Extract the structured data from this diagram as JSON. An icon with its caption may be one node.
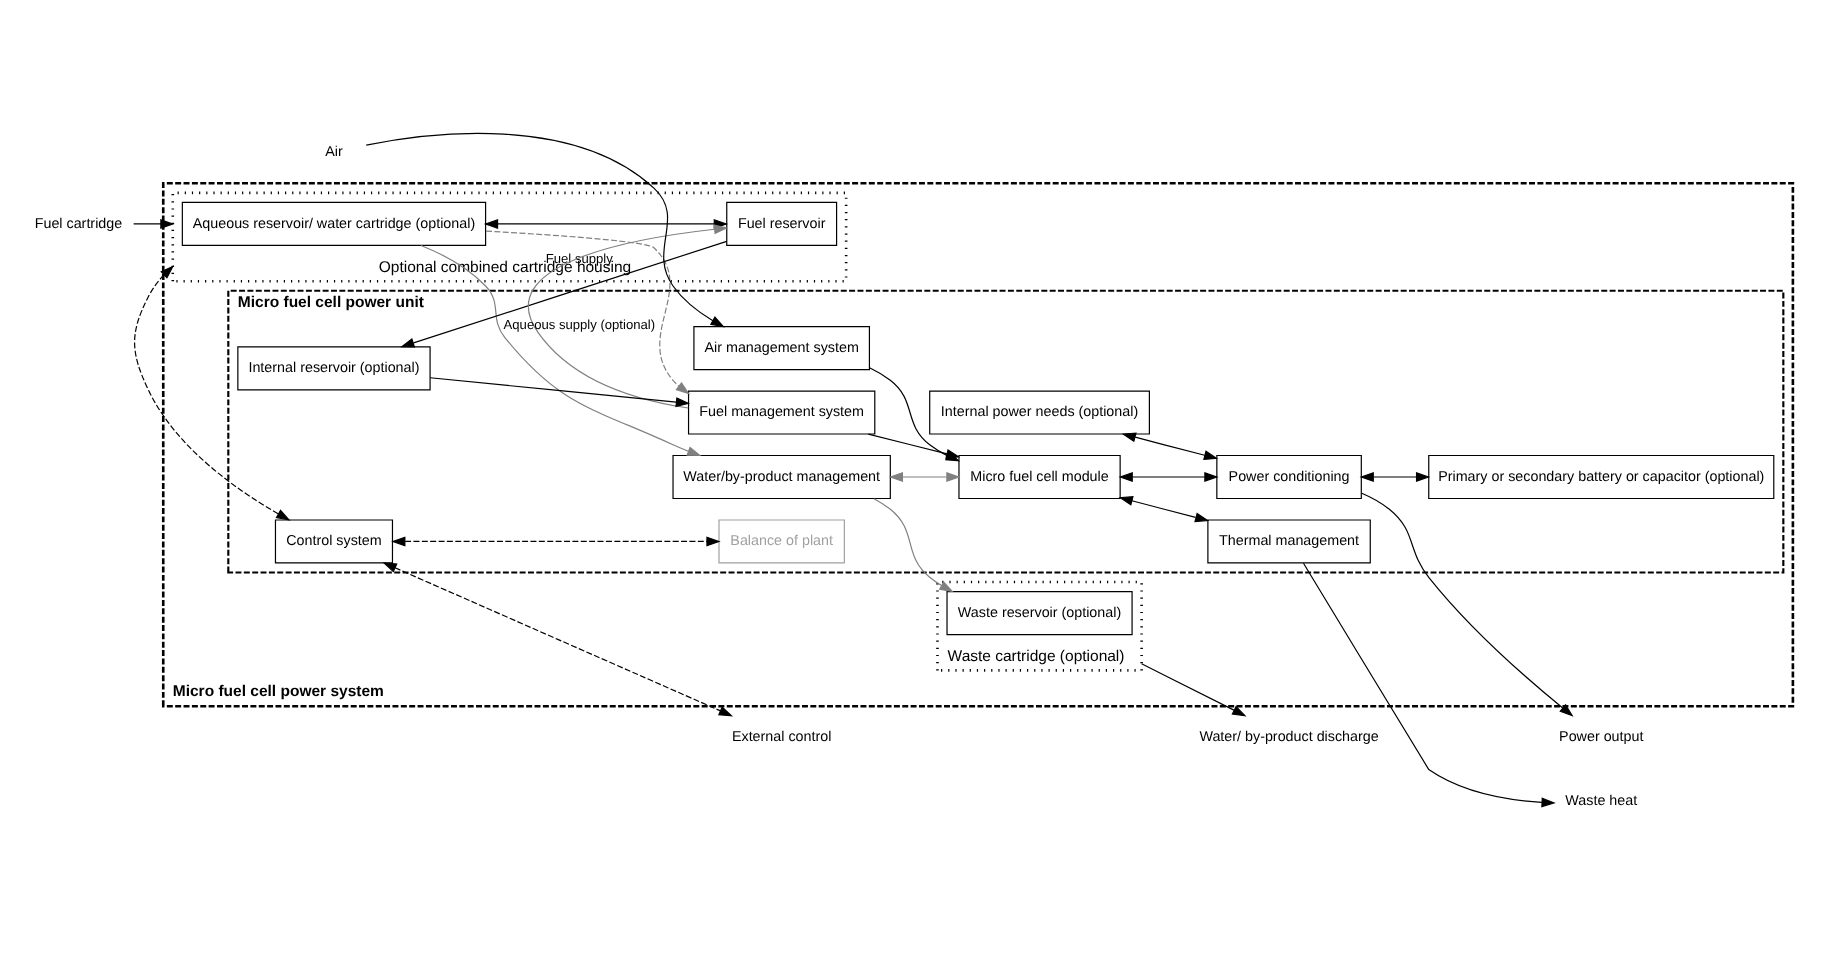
{
  "diagram": {
    "nodes": [
      {
        "text": [
          "Micro fuel cell power system"
        ]
      },
      {
        "text": [
          "Optional combined cartridge housing"
        ],
        "in": 0
      },
      {
        "text": [
          "Aqueous reservoir/ water cartridge (optional)"
        ],
        "in": 1
      },
      {
        "text": [
          "Fuel reservoir"
        ],
        "in": 1
      },
      {
        "text": [
          "Micro fuel cell power unit"
        ],
        "in": 0
      },
      {
        "text": [
          "Water/by-product management"
        ],
        "in": 4
      },
      {
        "text": [
          "Fuel management system"
        ],
        "in": 4
      },
      {
        "text": [
          "Internal reservoir (optional)"
        ],
        "in": 4
      },
      {
        "text": [
          "Micro fuel cell module"
        ],
        "in": 4
      },
      {
        "text": [
          "Internal power needs (optional)"
        ],
        "in": 4
      },
      {
        "text": [
          "Power conditioning"
        ],
        "in": 4
      },
      {
        "text": [
          "Air management system"
        ],
        "in": 4
      },
      {
        "text": [
          "Thermal management"
        ],
        "in": 4
      },
      {
        "text": [
          "Primary or secondary battery or capacitor (optional)"
        ],
        "in": 4
      },
      {
        "text": [
          "Control system"
        ],
        "in": 4
      },
      {
        "text": [
          "Balance of plant"
        ],
        "in": 4
      },
      {
        "text": [
          "Waste cartridge (optional)"
        ],
        "in": 0
      },
      {
        "text": [
          "Waste reservoir (optional)"
        ],
        "in": 16
      },
      {
        "text": [
          "Fuel cartridge"
        ]
      },
      {
        "text": [
          "Air"
        ]
      },
      {
        "text": [
          "Water/ by-product discharge"
        ]
      },
      {
        "text": [
          "Power output"
        ]
      },
      {
        "text": [
          "Waste heat"
        ]
      },
      {
        "text": [
          "External control"
        ]
      }
    ],
    "edges": [
      {
        "from": 2,
        "to": 5,
        "arrow": "to",
        "color": "#808080"
      },
      {
        "from": 2,
        "to": 6,
        "arrow": "to",
        "style": "dashed",
        "color": "#808080"
      },
      {
        "from": 6,
        "to": 3,
        "arrow": "to",
        "label": "Aqueous supply (optional)",
        "color": "#808080"
      },
      {
        "from": 2,
        "to": 3,
        "arrow": "both"
      },
      {
        "from": 3,
        "to": 7,
        "arrow": "to",
        "label": "Fuel supply"
      },
      {
        "from": 7,
        "to": 6,
        "arrow": "to"
      },
      {
        "from": 6,
        "to": 8,
        "arrow": "to"
      },
      {
        "from": 11,
        "to": 8,
        "arrow": "to"
      },
      {
        "from": 19,
        "to": 11,
        "arrow": "to"
      },
      {
        "from": 18,
        "to": 1,
        "arrow": "to"
      },
      {
        "from": 5,
        "to": 8,
        "arrow": "both",
        "color": "#808080"
      },
      {
        "from": 5,
        "to": 17,
        "arrow": "to",
        "color": "#808080"
      },
      {
        "from": 16,
        "to": 20,
        "arrow": "to"
      },
      {
        "from": 9,
        "to": 10,
        "arrow": "both"
      },
      {
        "from": 8,
        "to": 10,
        "arrow": "both"
      },
      {
        "from": 10,
        "to": 13,
        "arrow": "both"
      },
      {
        "from": 8,
        "to": 12,
        "arrow": "both"
      },
      {
        "from": 10,
        "to": 21,
        "arrow": "to"
      },
      {
        "from": 12,
        "to": 22,
        "arrow": "to"
      },
      {
        "from": 14,
        "to": 15,
        "arrow": "both",
        "style": "dashed"
      },
      {
        "from": 14,
        "to": 1,
        "arrow": "both",
        "style": "dashed"
      },
      {
        "from": 14,
        "to": 23,
        "arrow": "both",
        "style": "dashed"
      }
    ]
  }
}
